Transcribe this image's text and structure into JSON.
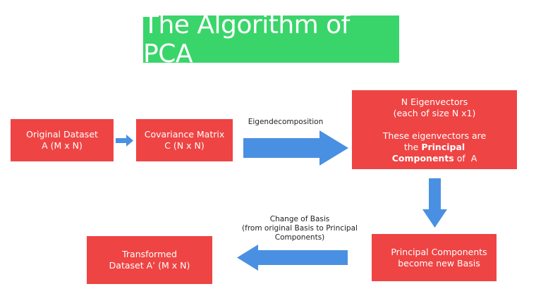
{
  "title": "The Algorithm of PCA",
  "colors": {
    "title_bg": "#3ad56a",
    "box_bg": "#ef4444",
    "arrow": "#4a90e2",
    "text_on_box": "#ffffff",
    "label_text": "#222222"
  },
  "nodes": {
    "original_dataset": {
      "line1": "Original Dataset",
      "line2": "A (M x N)"
    },
    "covariance_matrix": {
      "line1": "Covariance Matrix",
      "line2": "C (N x N)"
    },
    "eigenvectors": {
      "line1": "N Eigenvectors",
      "line2": "(each of size N x1)",
      "line3": "These eigenvectors are",
      "line4_prefix": "the ",
      "line4_bold": "Principal",
      "line5_bold": "Components",
      "line5_suffix": " of  A"
    },
    "new_basis": {
      "line1": "Principal Components",
      "line2": "become new Basis"
    },
    "transformed_dataset": {
      "line1": "Transformed",
      "line2": "Dataset A’ (M x N)"
    }
  },
  "edges": {
    "dataset_to_covariance": {
      "label": ""
    },
    "eigendecomposition": {
      "label": "Eigendecomposition"
    },
    "eigenvectors_to_basis": {
      "label": ""
    },
    "change_of_basis": {
      "line1": "Change of Basis",
      "line2": "(from original Basis to Principal",
      "line3": "Components)"
    }
  }
}
